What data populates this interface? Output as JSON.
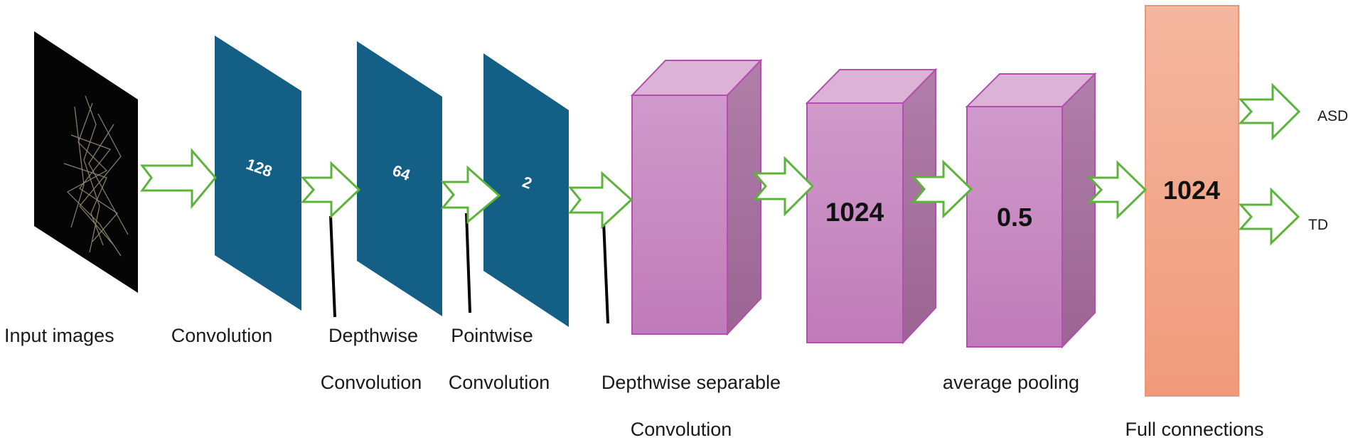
{
  "labels": {
    "input": "Input images",
    "conv": "Convolution",
    "depthwise": "Depthwise",
    "depthwise_conv": "Convolution",
    "pointwise": "Pointwise",
    "pointwise_conv": "Convolution",
    "dsep": "Depthwise separable",
    "dsep_conv": "Convolution",
    "avgpool": "average pooling",
    "fc": "Full connections"
  },
  "planes": {
    "conv_value": "128",
    "depthwise_value": "64",
    "pointwise_value": "2"
  },
  "boxes": {
    "box2_value": "1024",
    "box3_value": "0.5",
    "fc_value": "1024"
  },
  "outputs": {
    "asd": "ASD",
    "td": "TD"
  },
  "colors": {
    "plane": "#145f85",
    "box_front": "#c98bc3",
    "box_top": "#dcb2d6",
    "box_side": "#a87099",
    "box_stroke": "#b34fae",
    "fc_fill": "#f2a389",
    "arrow_stroke": "#5cb43b"
  }
}
